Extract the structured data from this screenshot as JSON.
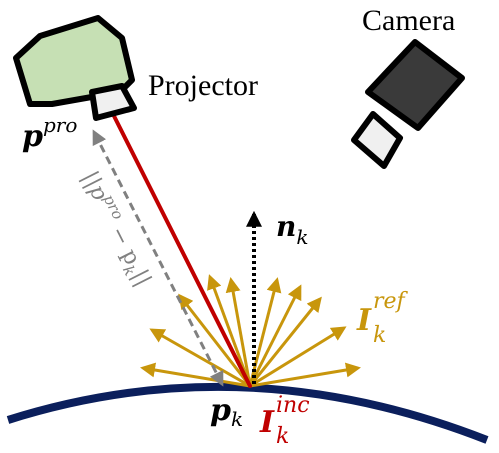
{
  "labels": {
    "projector": "Projector",
    "camera": "Camera",
    "p_pro_base": "p",
    "p_pro_sup": "pro",
    "n_base": "n",
    "n_sub": "k",
    "p_k_base": "p",
    "p_k_sub": "k",
    "I_ref_base": "I",
    "I_ref_sup": "ref",
    "I_ref_sub": "k",
    "I_inc_base": "I",
    "I_inc_sup": "inc",
    "I_inc_sub": "k",
    "distance": "||p",
    "distance_sup": "pro",
    "distance_mid": " − p",
    "distance_sub": "k",
    "distance_end": "||"
  },
  "colors": {
    "projector_body": "#c6e0b4",
    "camera_body": "#3a3a3a",
    "lens": "#f0f0f0",
    "incident_ray": "#c00000",
    "reflected_rays": "#c8960c",
    "surface": "#0b1f5c",
    "distance_arrow": "#808080",
    "normal": "#000000",
    "text": "#000000"
  }
}
